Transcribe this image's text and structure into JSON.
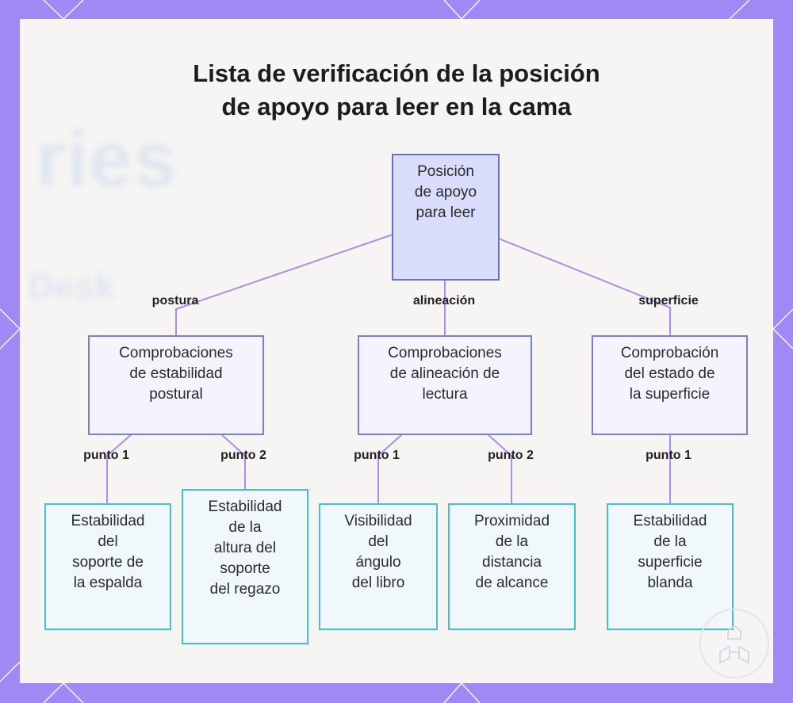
{
  "title_lines": [
    "Lista de verificación de la posición",
    "de apoyo para leer en la cama"
  ],
  "colors": {
    "frame": "#a089f5",
    "root_fill": "#d9dcfb",
    "root_border": "#6d6fc2",
    "mid_fill": "#f3f4fd",
    "mid_border": "#7a7fd4",
    "leaf_fill": "#f1f8fb",
    "leaf_border": "#47bfd3",
    "connector": "#a98de8"
  },
  "background_words": [
    "ries",
    "Desk"
  ],
  "root": {
    "lines": [
      "Posición",
      "de apoyo",
      "para leer"
    ]
  },
  "branches": [
    {
      "edge_label": "postura",
      "lines": [
        "Comprobaciones",
        "de estabilidad",
        "postural"
      ],
      "children": [
        {
          "edge_label": "punto 1",
          "lines": [
            "Estabilidad",
            "del",
            "soporte de",
            "la espalda"
          ]
        },
        {
          "edge_label": "punto 2",
          "lines": [
            "Estabilidad",
            "de la",
            "altura del",
            "soporte",
            "del regazo"
          ]
        }
      ]
    },
    {
      "edge_label": "alineación",
      "lines": [
        "Comprobaciones",
        "de alineación de",
        "lectura"
      ],
      "children": [
        {
          "edge_label": "punto 1",
          "lines": [
            "Visibilidad",
            "del",
            "ángulo",
            "del libro"
          ]
        },
        {
          "edge_label": "punto 2",
          "lines": [
            "Proximidad",
            "de la",
            "distancia",
            "de alcance"
          ]
        }
      ]
    },
    {
      "edge_label": "superficie",
      "lines": [
        "Comprobación",
        "del estado de",
        "la superficie"
      ],
      "children": [
        {
          "edge_label": "punto 1",
          "lines": [
            "Estabilidad",
            "de la",
            "superficie",
            "blanda"
          ]
        }
      ]
    }
  ]
}
